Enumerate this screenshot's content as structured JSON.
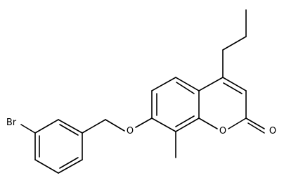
{
  "molecule": {
    "atom_labels": {
      "bromine": "Br",
      "ether_oxygen": "O",
      "ring_oxygen": "O",
      "carbonyl_oxygen": "O"
    }
  },
  "colors": {
    "bond": "#000000",
    "label": "#000000",
    "background": "#ffffff"
  }
}
